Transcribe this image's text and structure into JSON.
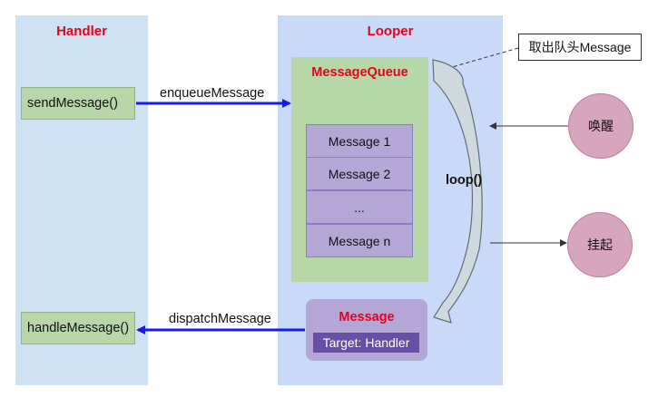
{
  "handler": {
    "title": "Handler",
    "send_method": "sendMessage()",
    "handle_method": "handleMessage()"
  },
  "looper": {
    "title": "Looper",
    "loop_label": "loop()"
  },
  "queue": {
    "title": "MessageQueue",
    "messages": [
      "Message 1",
      "Message 2",
      "...",
      "Message n"
    ]
  },
  "message": {
    "title": "Message",
    "target": "Target: Handler"
  },
  "arrows": {
    "enqueue": "enqueueMessage",
    "dispatch": "dispatchMessage"
  },
  "states": {
    "wake": "唤醒",
    "suspend": "挂起"
  },
  "callout": "取出队头Message",
  "colors": {
    "title_red": "#e8001c",
    "arrow_blue": "#1a1ae6",
    "handler_panel": "#cfe2f3",
    "looper_panel": "#c9daf8",
    "green_box": "#b6d7a8",
    "purple_box": "#b4a7d6",
    "target_purple": "#674ea7",
    "state_pink": "#d5a6bd"
  }
}
